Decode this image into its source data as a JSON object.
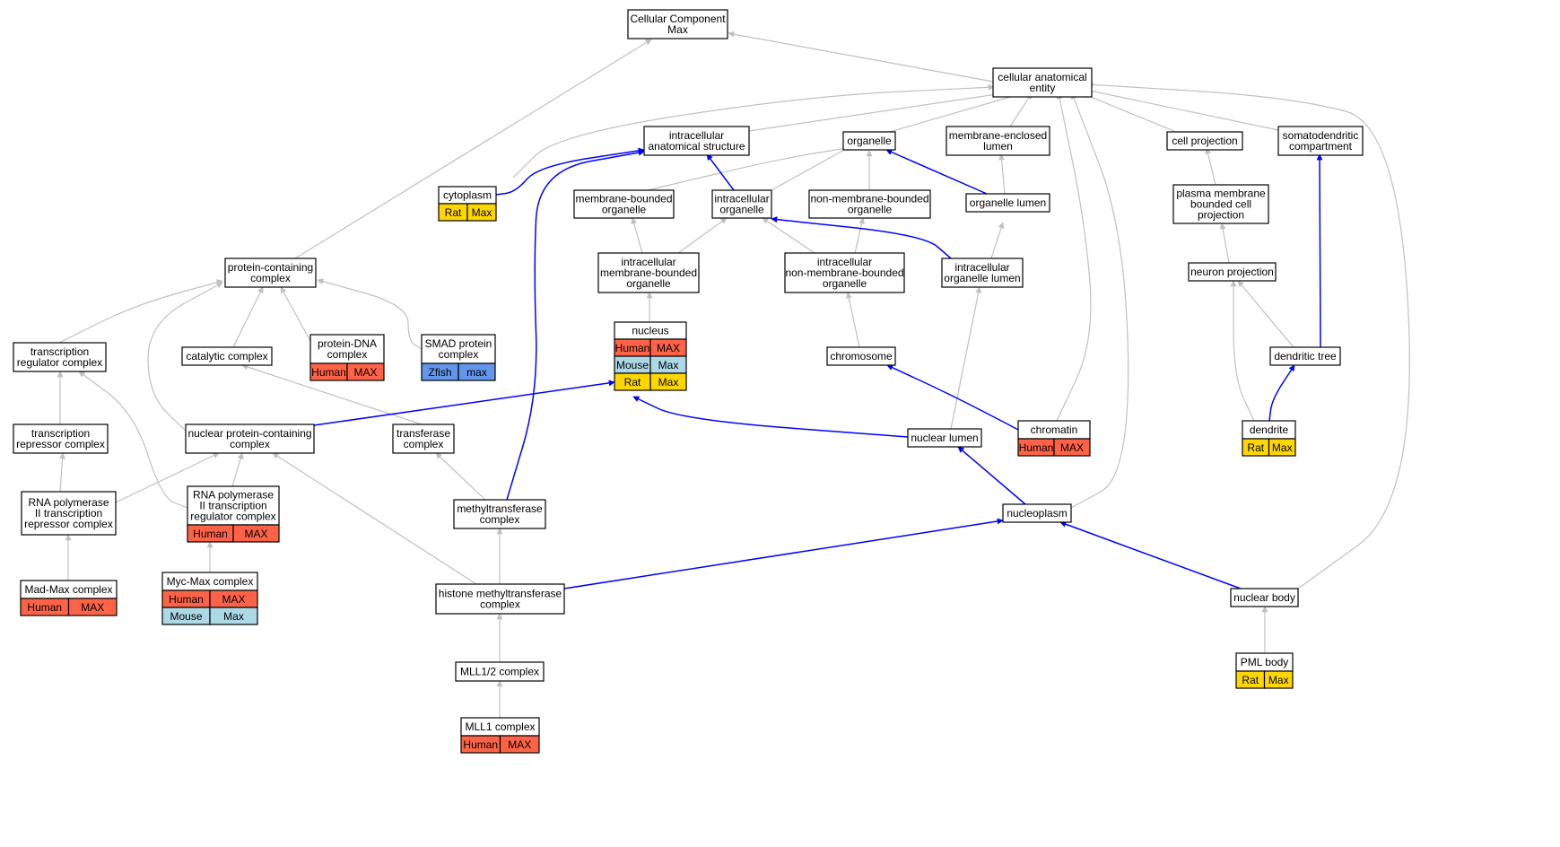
{
  "colors": {
    "gray_edge": "#c0c0c0",
    "blue_edge": "#0000ff",
    "Human": "#ff6347",
    "Mouse": "#add8e6",
    "Rat": "#ffd700",
    "Zfish": "#6495ed"
  },
  "nodes": [
    {
      "id": "cc_max",
      "lines": [
        "Cellular Component",
        "Max"
      ]
    },
    {
      "id": "cae",
      "lines": [
        "cellular anatomical",
        "entity"
      ]
    },
    {
      "id": "ias",
      "lines": [
        "intracellular",
        "anatomical structure"
      ]
    },
    {
      "id": "organelle",
      "lines": [
        "organelle"
      ]
    },
    {
      "id": "mel",
      "lines": [
        "membrane-enclosed",
        "lumen"
      ]
    },
    {
      "id": "cellproj",
      "lines": [
        "cell projection"
      ]
    },
    {
      "id": "somato",
      "lines": [
        "somatodendritic",
        "compartment"
      ]
    },
    {
      "id": "cytoplasm",
      "lines": [
        "cytoplasm"
      ],
      "annotations": [
        [
          "Rat",
          "Max"
        ]
      ]
    },
    {
      "id": "mbo",
      "lines": [
        "membrane-bounded",
        "organelle"
      ]
    },
    {
      "id": "io",
      "lines": [
        "intracellular",
        "organelle"
      ]
    },
    {
      "id": "nmbo",
      "lines": [
        "non-membrane-bounded",
        "organelle"
      ]
    },
    {
      "id": "ol",
      "lines": [
        "organelle lumen"
      ]
    },
    {
      "id": "pmbcp",
      "lines": [
        "plasma membrane",
        "bounded cell",
        "projection"
      ]
    },
    {
      "id": "pcc",
      "lines": [
        "protein-containing",
        "complex"
      ]
    },
    {
      "id": "imbo",
      "lines": [
        "intracellular",
        "membrane-bounded",
        "organelle"
      ]
    },
    {
      "id": "inmbo",
      "lines": [
        "intracellular",
        "non-membrane-bounded",
        "organelle"
      ]
    },
    {
      "id": "iol",
      "lines": [
        "intracellular",
        "organelle lumen"
      ]
    },
    {
      "id": "neuproj",
      "lines": [
        "neuron projection"
      ]
    },
    {
      "id": "nucleus",
      "lines": [
        "nucleus"
      ],
      "annotations": [
        [
          "Human",
          "MAX"
        ],
        [
          "Mouse",
          "Max"
        ],
        [
          "Rat",
          "Max"
        ]
      ]
    },
    {
      "id": "trc",
      "lines": [
        "transcription",
        "regulator complex"
      ]
    },
    {
      "id": "catc",
      "lines": [
        "catalytic complex"
      ]
    },
    {
      "id": "pdna",
      "lines": [
        "protein-DNA",
        "complex"
      ],
      "annotations": [
        [
          "Human",
          "MAX"
        ]
      ]
    },
    {
      "id": "smad",
      "lines": [
        "SMAD protein",
        "complex"
      ],
      "annotations": [
        [
          "Zfish",
          "max"
        ]
      ]
    },
    {
      "id": "chromosome",
      "lines": [
        "chromosome"
      ]
    },
    {
      "id": "dtree",
      "lines": [
        "dendritic tree"
      ]
    },
    {
      "id": "trpc",
      "lines": [
        "transcription",
        "repressor complex"
      ]
    },
    {
      "id": "npcc",
      "lines": [
        "nuclear protein-containing",
        "complex"
      ]
    },
    {
      "id": "transf",
      "lines": [
        "transferase",
        "complex"
      ]
    },
    {
      "id": "nlumen",
      "lines": [
        "nuclear lumen"
      ]
    },
    {
      "id": "chromatin",
      "lines": [
        "chromatin"
      ],
      "annotations": [
        [
          "Human",
          "MAX"
        ]
      ]
    },
    {
      "id": "dendrite",
      "lines": [
        "dendrite"
      ],
      "annotations": [
        [
          "Rat",
          "Max"
        ]
      ]
    },
    {
      "id": "rnap2trc",
      "lines": [
        "RNA polymerase",
        "II transcription",
        "repressor complex"
      ]
    },
    {
      "id": "rnap2treg",
      "lines": [
        "RNA polymerase",
        "II transcription",
        "regulator complex"
      ],
      "annotations": [
        [
          "Human",
          "MAX"
        ]
      ]
    },
    {
      "id": "methyl",
      "lines": [
        "methyltransferase",
        "complex"
      ]
    },
    {
      "id": "nucleoplasm",
      "lines": [
        "nucleoplasm"
      ]
    },
    {
      "id": "madmax",
      "lines": [
        "Mad-Max complex"
      ],
      "annotations": [
        [
          "Human",
          "MAX"
        ]
      ]
    },
    {
      "id": "mycmax",
      "lines": [
        "Myc-Max complex"
      ],
      "annotations": [
        [
          "Human",
          "MAX"
        ],
        [
          "Mouse",
          "Max"
        ]
      ]
    },
    {
      "id": "hmc",
      "lines": [
        "histone methyltransferase",
        "complex"
      ]
    },
    {
      "id": "nbody",
      "lines": [
        "nuclear body"
      ]
    },
    {
      "id": "mll12",
      "lines": [
        "MLL1/2 complex"
      ]
    },
    {
      "id": "pml",
      "lines": [
        "PML body"
      ],
      "annotations": [
        [
          "Rat",
          "Max"
        ]
      ]
    },
    {
      "id": "mll1",
      "lines": [
        "MLL1 complex"
      ],
      "annotations": [
        [
          "Human",
          "MAX"
        ]
      ]
    }
  ]
}
